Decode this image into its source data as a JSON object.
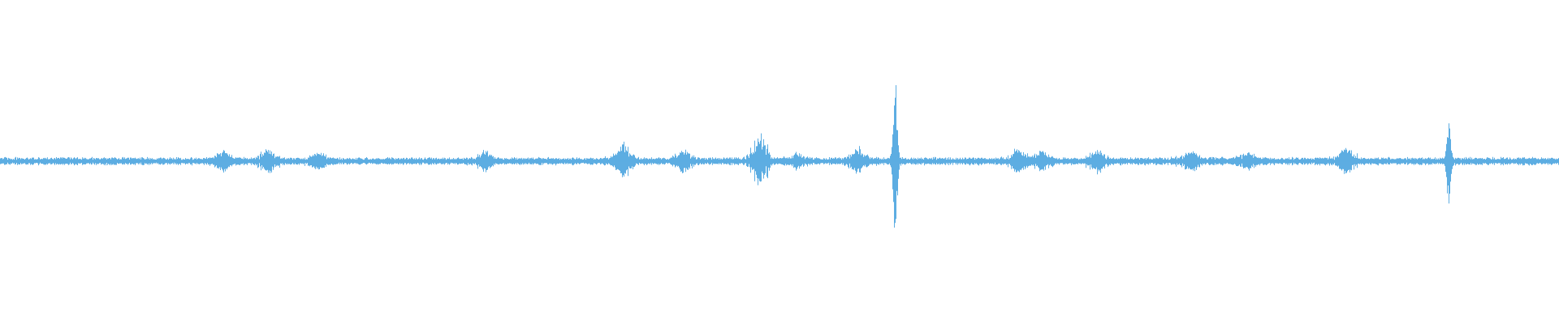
{
  "waveform": {
    "color": "#5dade2",
    "baseline_amplitude": 0.02,
    "peak_amplitude": 0.55,
    "bursts": [
      {
        "pos": 0.143,
        "amp": 0.1
      },
      {
        "pos": 0.172,
        "amp": 0.14
      },
      {
        "pos": 0.204,
        "amp": 0.08
      },
      {
        "pos": 0.311,
        "amp": 0.1
      },
      {
        "pos": 0.399,
        "amp": 0.22
      },
      {
        "pos": 0.438,
        "amp": 0.12
      },
      {
        "pos": 0.487,
        "amp": 0.3
      },
      {
        "pos": 0.511,
        "amp": 0.08
      },
      {
        "pos": 0.55,
        "amp": 0.14
      },
      {
        "pos": 0.574,
        "amp": 1.0
      },
      {
        "pos": 0.653,
        "amp": 0.12
      },
      {
        "pos": 0.668,
        "amp": 0.12
      },
      {
        "pos": 0.704,
        "amp": 0.12
      },
      {
        "pos": 0.764,
        "amp": 0.1
      },
      {
        "pos": 0.8,
        "amp": 0.08
      },
      {
        "pos": 0.863,
        "amp": 0.14
      },
      {
        "pos": 0.929,
        "amp": 0.52
      }
    ]
  }
}
